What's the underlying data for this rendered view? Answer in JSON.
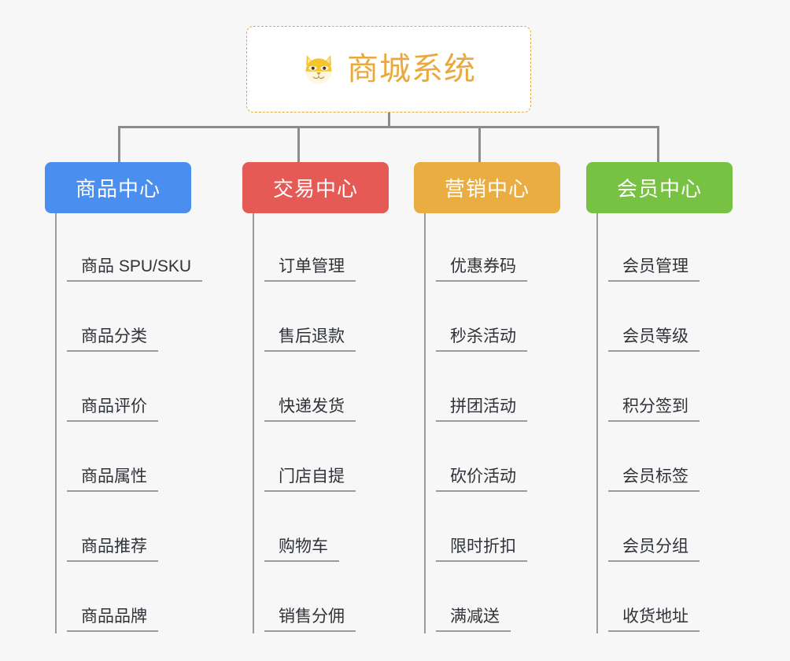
{
  "canvas": {
    "background": "#f7f7f7",
    "connector_color": "#8c8c8c"
  },
  "root": {
    "title": "商城系统",
    "icon": "shiba-dog-icon",
    "border_color": "#e8a93c",
    "text_color": "#eaa93f",
    "background": "#ffffff"
  },
  "branches": [
    {
      "id": "product-center",
      "label": "商品中心",
      "color": "#4a8ef0",
      "items": [
        "商品 SPU/SKU",
        "商品分类",
        "商品评价",
        "商品属性",
        "商品推荐",
        "商品品牌"
      ]
    },
    {
      "id": "trade-center",
      "label": "交易中心",
      "color": "#e55a55",
      "items": [
        "订单管理",
        "售后退款",
        "快递发货",
        "门店自提",
        "购物车",
        "销售分佣"
      ]
    },
    {
      "id": "marketing-center",
      "label": "营销中心",
      "color": "#eaad42",
      "items": [
        "优惠券码",
        "秒杀活动",
        "拼团活动",
        "砍价活动",
        "限时折扣",
        "满减送"
      ]
    },
    {
      "id": "member-center",
      "label": "会员中心",
      "color": "#77c242",
      "items": [
        "会员管理",
        "会员等级",
        "积分签到",
        "会员标签",
        "会员分组",
        "收货地址"
      ]
    }
  ]
}
